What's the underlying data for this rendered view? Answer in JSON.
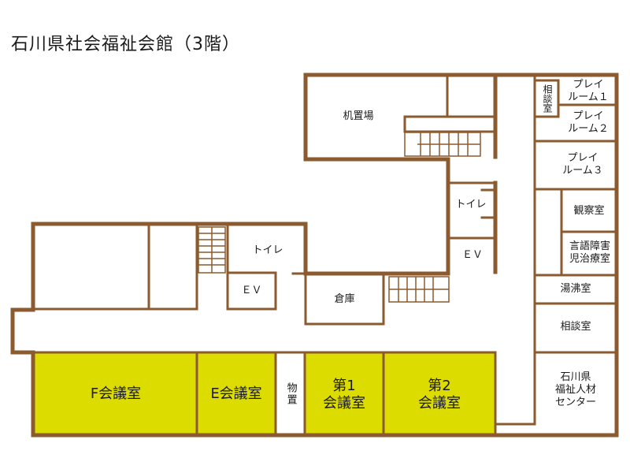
{
  "title": "石川県社会福祉会館（3階）",
  "colors": {
    "wall": "#8b5a2e",
    "meeting_fill": "#dcdc00",
    "background": "#ffffff"
  },
  "rooms": {
    "kiokiba": "机置場",
    "soudan_small": "相談室",
    "play1": "プレイ\nルーム１",
    "play2": "プレイ\nルーム２",
    "play3": "プレイ\nルーム３",
    "kansatsu": "観察室",
    "gengo": "言語障害\n児治療室",
    "yuwakashi": "湯沸室",
    "soudan": "相談室",
    "jinzai": "石川県\n福祉人材\nセンター",
    "toilet_right": "トイレ",
    "ev_right": "ＥＶ",
    "toilet_left": "トイレ",
    "ev_left": "ＥＶ",
    "souko": "倉庫",
    "monooki": "物置",
    "f_kaigi": "F会議室",
    "e_kaigi": "E会議室",
    "kaigi1": "第1\n会議室",
    "kaigi2": "第2\n会議室"
  }
}
